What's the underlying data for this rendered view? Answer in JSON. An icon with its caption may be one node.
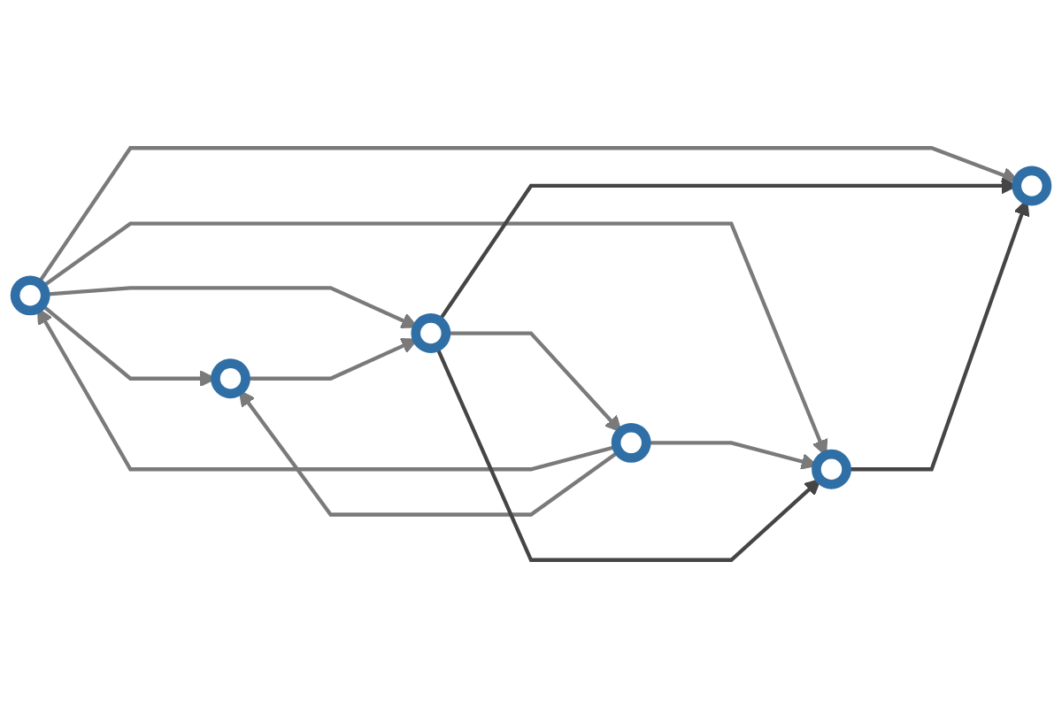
{
  "diagram": {
    "nodes": [
      {
        "text": [],
        "shape": "circle"
      },
      {
        "text": [],
        "shape": "circle"
      },
      {
        "text": [],
        "shape": "circle"
      },
      {
        "text": [],
        "shape": "circle"
      },
      {
        "text": [],
        "shape": "circle"
      },
      {
        "text": [],
        "shape": "circle"
      }
    ],
    "edges": [
      {
        "from": 2,
        "to": 0,
        "arrow": "to"
      },
      {
        "from": 0,
        "to": 4,
        "arrow": "to"
      },
      {
        "from": 0,
        "to": 1,
        "arrow": "to"
      },
      {
        "from": 0,
        "to": 5,
        "arrow": "to"
      },
      {
        "from": 0,
        "to": 3,
        "arrow": "to"
      },
      {
        "from": 1,
        "to": 2,
        "arrow": "to"
      },
      {
        "from": 2,
        "to": 5,
        "arrow": "to"
      },
      {
        "from": 2,
        "to": 4,
        "arrow": "to"
      },
      {
        "from": 4,
        "to": 1,
        "arrow": "to"
      },
      {
        "from": 1,
        "to": 5,
        "arrow": "to",
        "color": "#454545"
      },
      {
        "from": 1,
        "to": 3,
        "arrow": "to",
        "color": "#454545"
      },
      {
        "from": 5,
        "to": 3,
        "arrow": "to",
        "color": "#454545"
      }
    ]
  }
}
